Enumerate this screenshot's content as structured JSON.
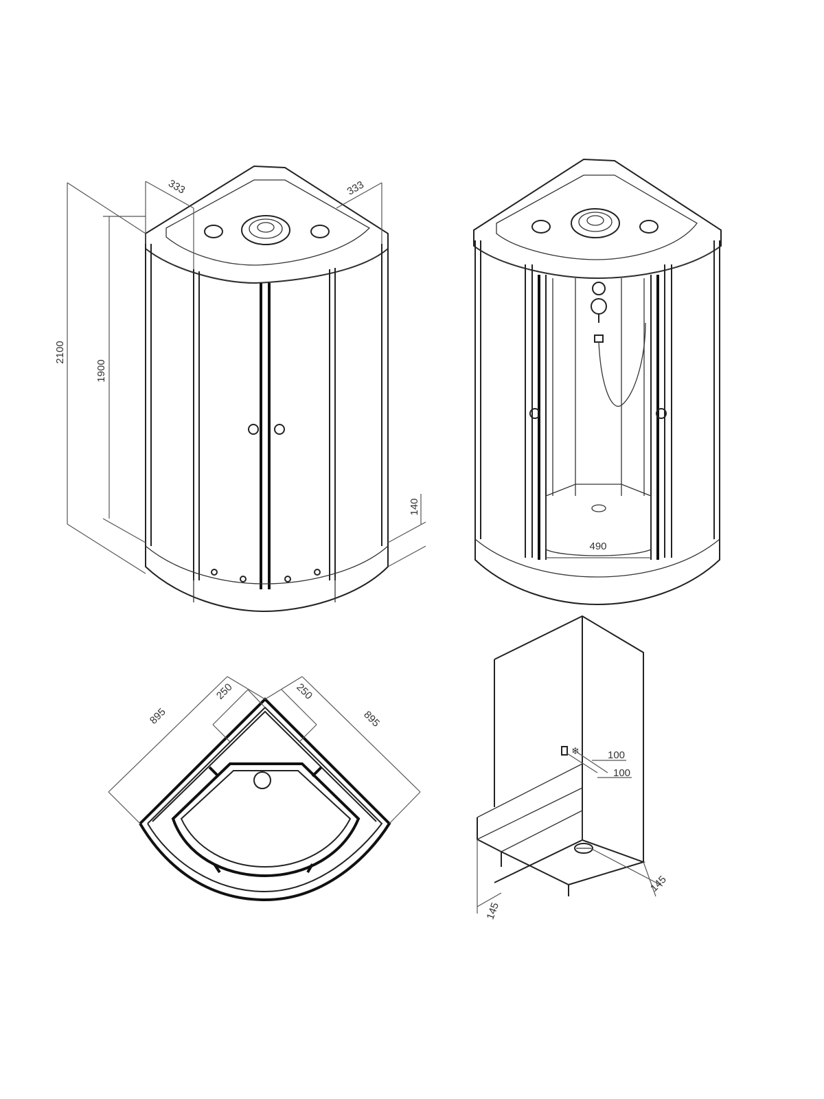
{
  "views": {
    "closed": {
      "dim_height_total": "2100",
      "dim_height_door": "1900",
      "dim_tray_height": "140",
      "dim_top_left": "333",
      "dim_top_right": "333"
    },
    "open": {
      "dim_door_opening": "490"
    },
    "plan": {
      "dim_side_left": "895",
      "dim_side_right": "895",
      "dim_drain_left": "250",
      "dim_drain_right": "250"
    },
    "install": {
      "dim_outlet_1": "100",
      "dim_outlet_2": "100",
      "dim_drain_right": "145",
      "dim_drain_left": "145"
    }
  },
  "colors": {
    "line": "#111111",
    "dimension": "#555555",
    "background": "#ffffff"
  }
}
